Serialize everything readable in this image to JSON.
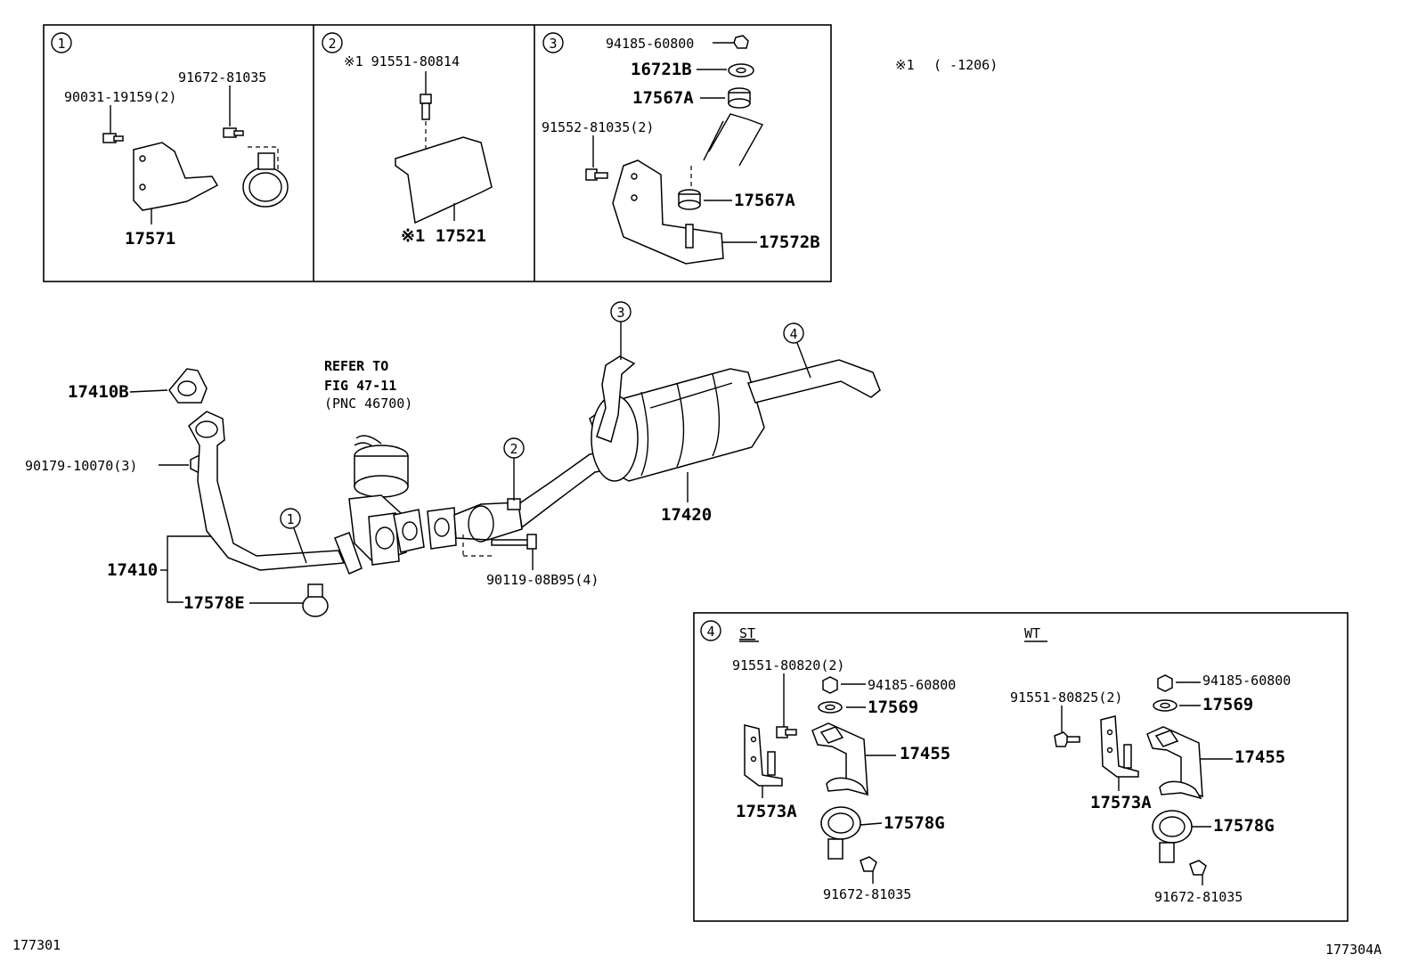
{
  "diagram": {
    "note": {
      "mark": "※1",
      "range": "(      -1206)"
    },
    "panel1": {
      "num": "1",
      "parts": [
        "90031-19159(2)",
        "91672-81035",
        "17571"
      ]
    },
    "panel2": {
      "num": "2",
      "parts": [
        "※1 91551-80814",
        "※1 17521"
      ]
    },
    "panel3": {
      "num": "3",
      "parts": [
        "94185-60800",
        "16721B",
        "17567A",
        "91552-81035(2)",
        "17567A",
        "17572B"
      ]
    },
    "main": {
      "refer": [
        "REFER TO",
        "FIG 47-11",
        "(PNC 46700)"
      ],
      "parts": [
        "17410B",
        "90179-10070(3)",
        "17410",
        "17578E",
        "90119-08B95(4)",
        "17420"
      ],
      "callouts": [
        "1",
        "2",
        "3",
        "4"
      ]
    },
    "panel4": {
      "num": "4",
      "st": {
        "label": "ST",
        "parts": [
          "91551-80820(2)",
          "94185-60800",
          "17569",
          "17455",
          "17573A",
          "17578G",
          "91672-81035"
        ]
      },
      "wt": {
        "label": "WT",
        "parts": [
          "91551-80825(2)",
          "94185-60800",
          "17569",
          "17455",
          "17573A",
          "17578G",
          "91672-81035"
        ]
      }
    },
    "fig_left": "177301",
    "fig_right": "177304A"
  }
}
